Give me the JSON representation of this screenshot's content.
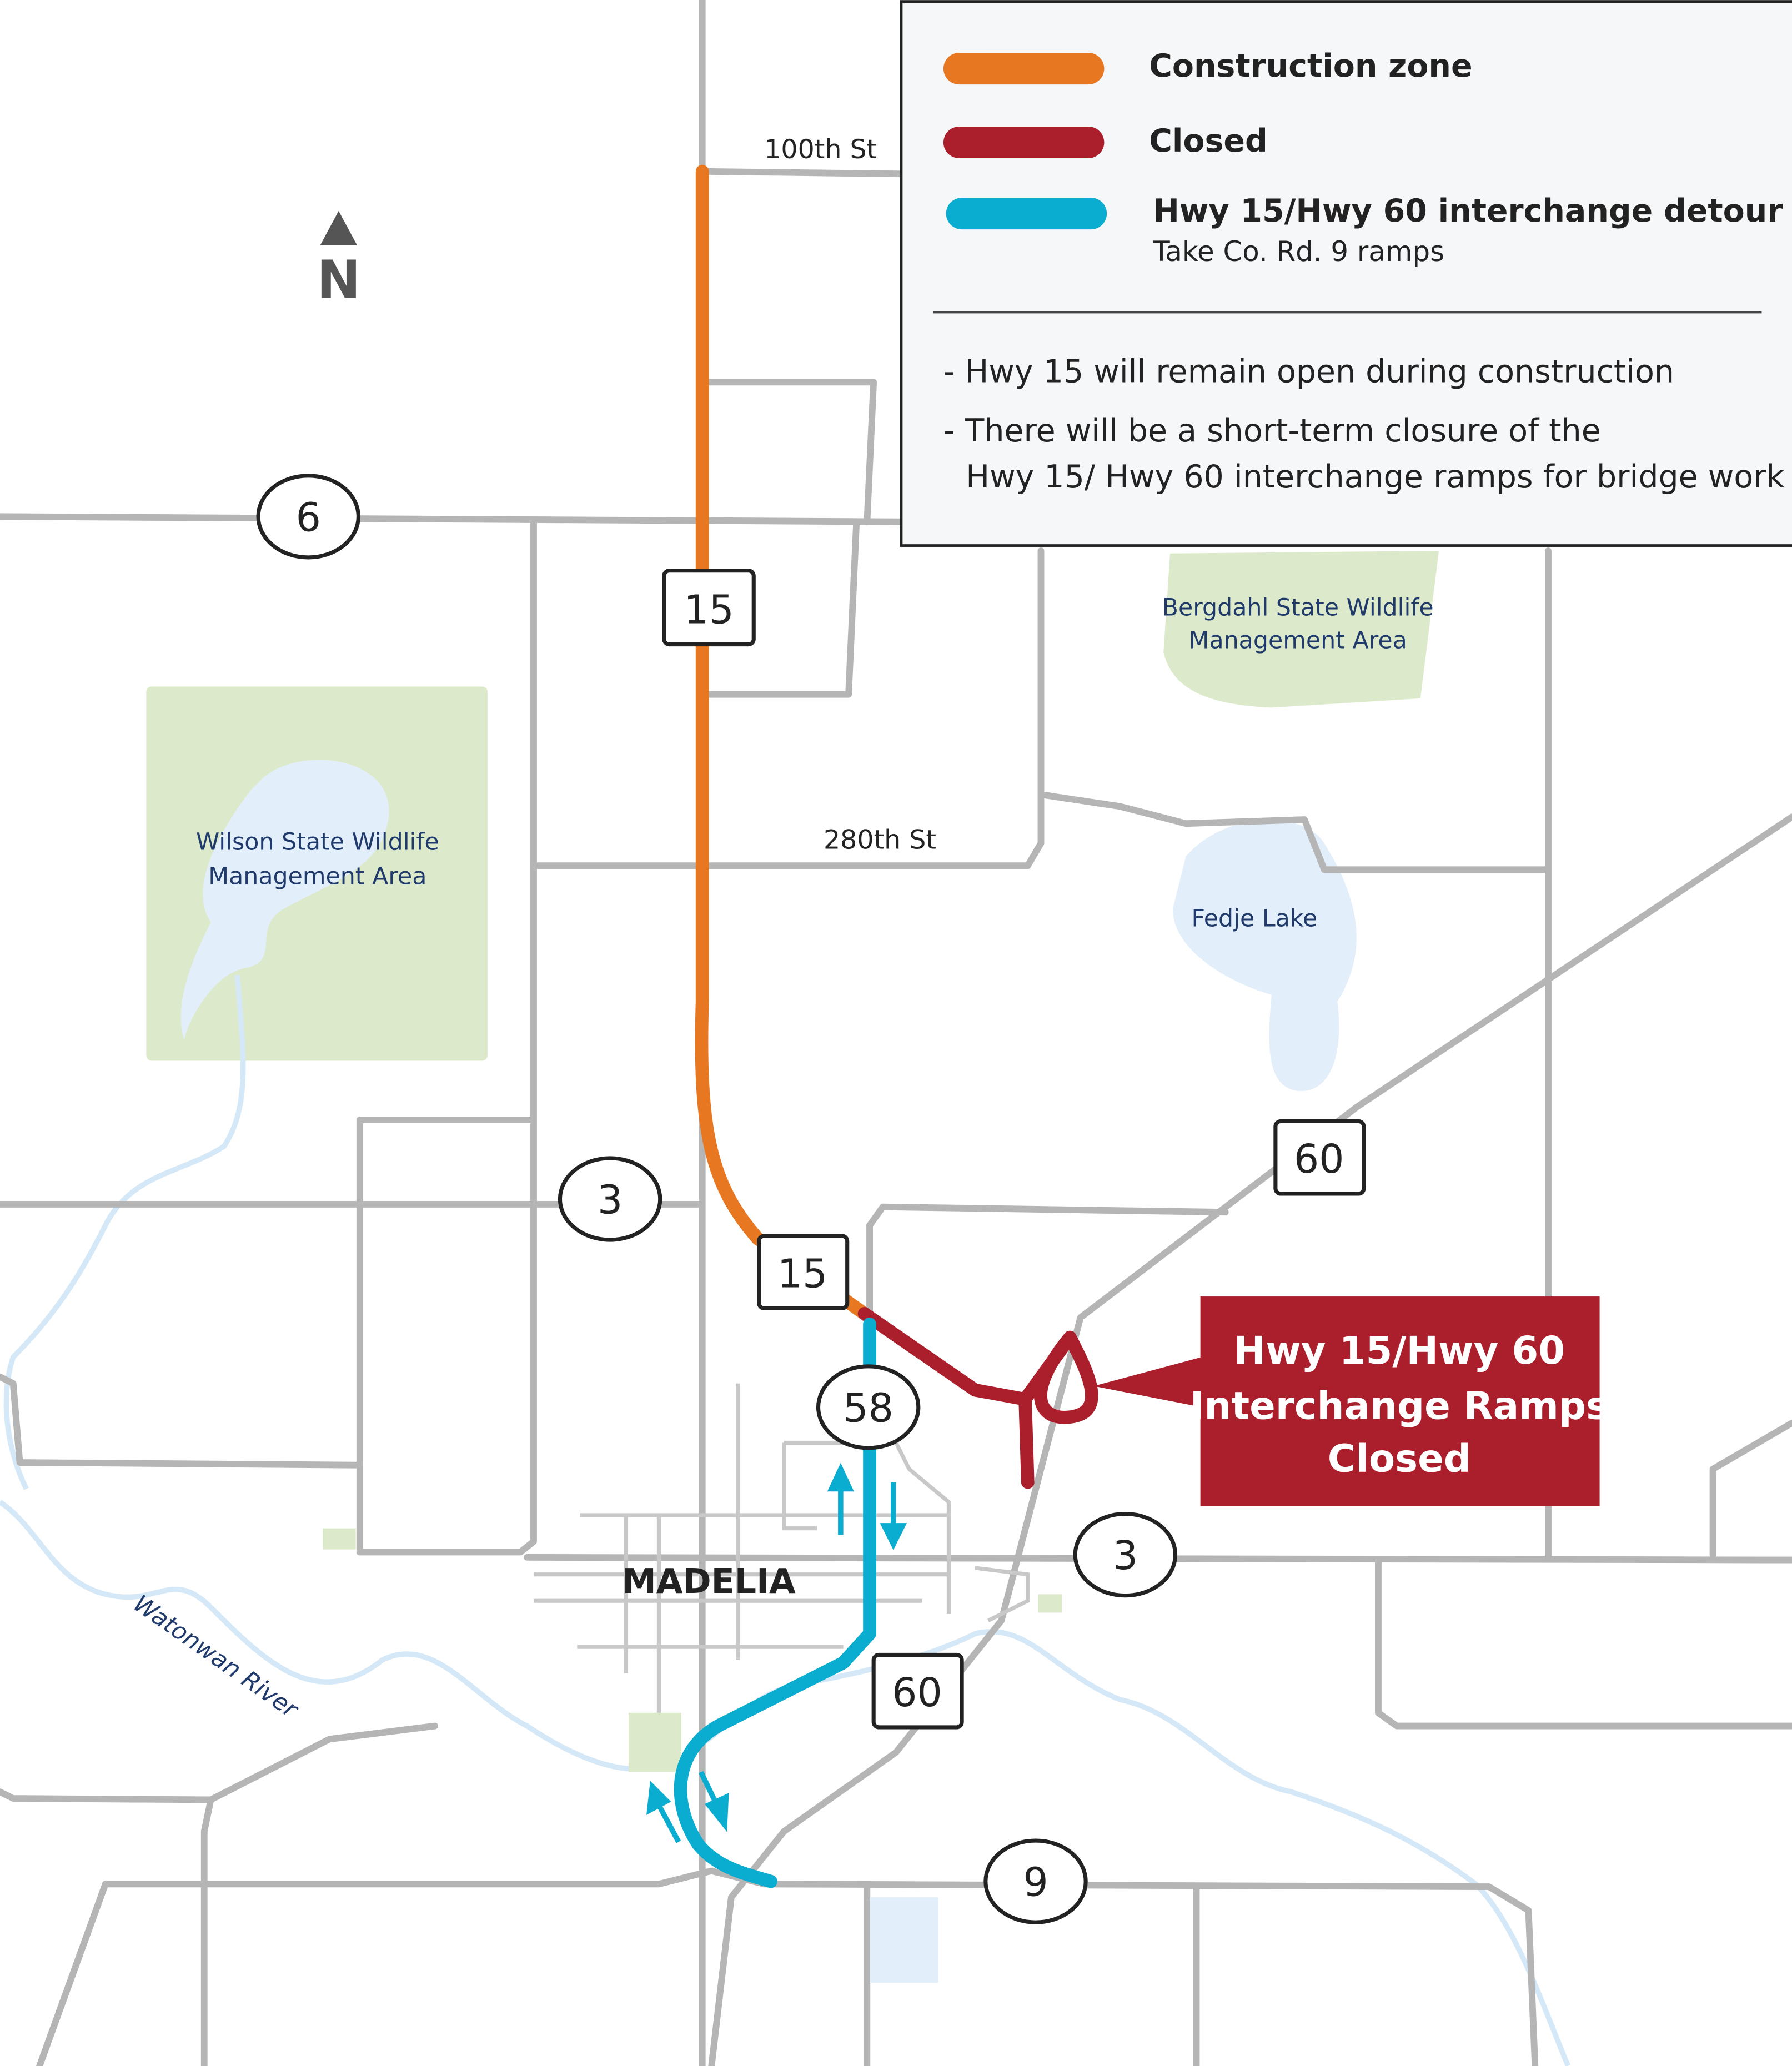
{
  "colors": {
    "construction": "#E87722",
    "closed": "#AB1F2D",
    "detour": "#0AACCF",
    "road": "#B5B5B5",
    "park": "#DCEACB",
    "water": "#E2EEF9",
    "legend_bg": "#F5F7F9"
  },
  "legend": {
    "items": [
      {
        "label": "Construction zone"
      },
      {
        "label": "Closed"
      },
      {
        "label": "Hwy 15/Hwy 60 interchange detour",
        "sublabel": "Take Co. Rd. 9 ramps"
      }
    ],
    "notes": [
      "- Hwy 15 will remain open during construction",
      "- There will be a short-term closure of the",
      "Hwy 15/ Hwy 60 interchange ramps for bridge work"
    ]
  },
  "north": "N",
  "streets": {
    "s100": "100th St",
    "s280": "280th St"
  },
  "areas": {
    "wilson": [
      "Wilson State Wildlife",
      "Management Area"
    ],
    "bergdahl": [
      "Bergdahl State Wildlife",
      "Management Area"
    ],
    "fedje": "Fedje Lake",
    "river": "Watonwan River",
    "town": "MADELIA"
  },
  "shields": {
    "c6": "6",
    "h15a": "15",
    "c3a": "3",
    "h15b": "15",
    "c58": "58",
    "h60a": "60",
    "c3b": "3",
    "h60b": "60",
    "c9": "9"
  },
  "callout": [
    "Hwy 15/Hwy 60",
    "Interchange Ramps",
    "Closed"
  ]
}
